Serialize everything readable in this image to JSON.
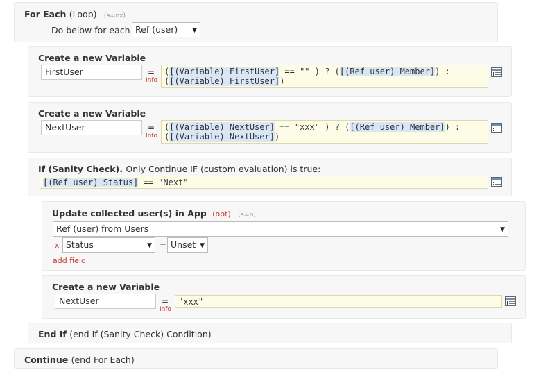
{
  "loop": {
    "title": "For Each",
    "title_suffix": "(Loop)",
    "tag": "(a=nx)",
    "do_label": "Do below for each",
    "do_value": "Ref (user)"
  },
  "var1": {
    "title": "Create a new Variable",
    "name": "FirstUser",
    "eq": "=",
    "info": "Info",
    "expr_line1": [
      {
        "t": "(",
        "hl": false
      },
      {
        "t": "[(Variable) FirstUser]",
        "hl": true
      },
      {
        "t": " == \"\" ) ? (",
        "hl": false
      },
      {
        "t": "[(Ref user) Member]",
        "hl": true
      },
      {
        "t": ") :",
        "hl": false
      }
    ],
    "expr_line2": [
      {
        "t": "(",
        "hl": false
      },
      {
        "t": "[(Variable) FirstUser]",
        "hl": true
      },
      {
        "t": ")",
        "hl": false
      }
    ]
  },
  "var2": {
    "title": "Create a new Variable",
    "name": "NextUser",
    "eq": "=",
    "info": "Info",
    "expr_line1": [
      {
        "t": "(",
        "hl": false
      },
      {
        "t": "[(Variable) NextUser]",
        "hl": true
      },
      {
        "t": " == \"xxx\" ) ? (",
        "hl": false
      },
      {
        "t": "[(Ref user) Member]",
        "hl": true
      },
      {
        "t": ") :",
        "hl": false
      }
    ],
    "expr_line2": [
      {
        "t": "(",
        "hl": false
      },
      {
        "t": "[(Variable) NextUser]",
        "hl": true
      },
      {
        "t": ")",
        "hl": false
      }
    ]
  },
  "ifblock": {
    "title": "If (Sanity Check).",
    "desc": "Only Continue IF (custom evaluation) is true:",
    "expr": [
      {
        "t": "[(Ref user) Status]",
        "hl": true
      },
      {
        "t": " == \"Next\"",
        "hl": false
      }
    ]
  },
  "update": {
    "title": "Update collected user(s) in App",
    "opt": "(opt)",
    "tag": "(a=n)",
    "source": "Ref (user) from Users",
    "remove": "x",
    "field": "Status",
    "eq": "=",
    "value": "Unset",
    "add_field": "add field"
  },
  "var3": {
    "title": "Create a new Variable",
    "name": "NextUser",
    "eq": "=",
    "info": "Info",
    "expr": "\"xxx\""
  },
  "endif": {
    "title": "End If",
    "desc": "(end If (Sanity Check) Condition)"
  },
  "cont": {
    "title": "Continue",
    "desc": "(end For Each)"
  }
}
